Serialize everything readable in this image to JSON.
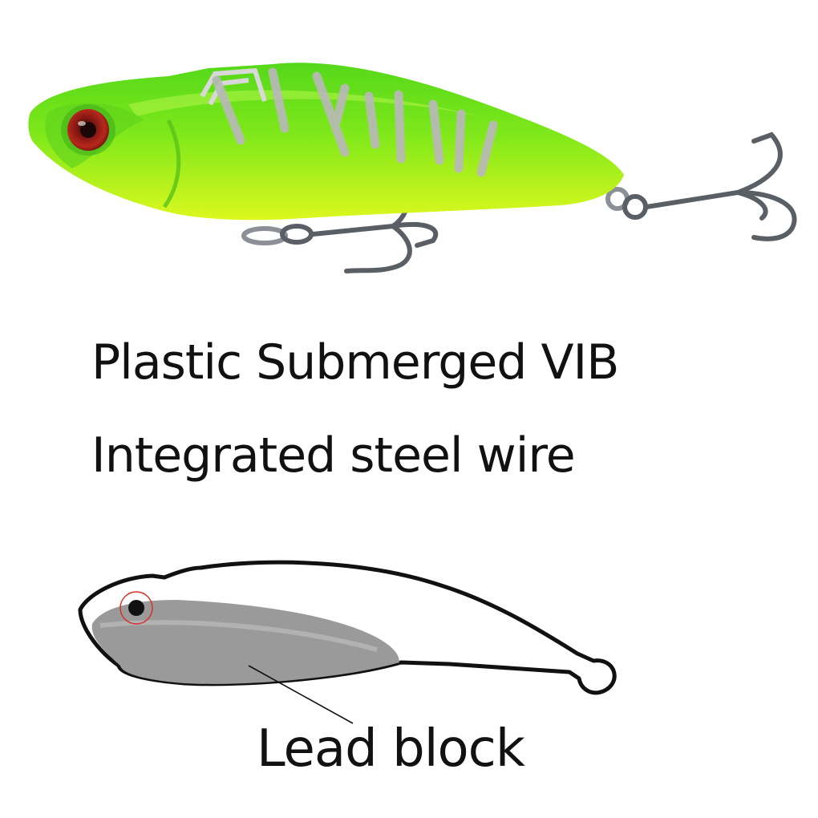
{
  "product": {
    "line1": "Plastic Submerged VIB",
    "line2": "Integrated steel wire"
  },
  "diagram": {
    "lead_label": "Lead block"
  },
  "colors": {
    "body_green": "#7ee81a",
    "belly_yellow": "#d6f51e",
    "eye_red": "#a0221a",
    "stripe_gray": "#b9b9b9",
    "hook_metal": "#5a5f66",
    "lead_gray": "#9a9a9a",
    "marker_red": "#d9302a",
    "text": "#111111"
  }
}
